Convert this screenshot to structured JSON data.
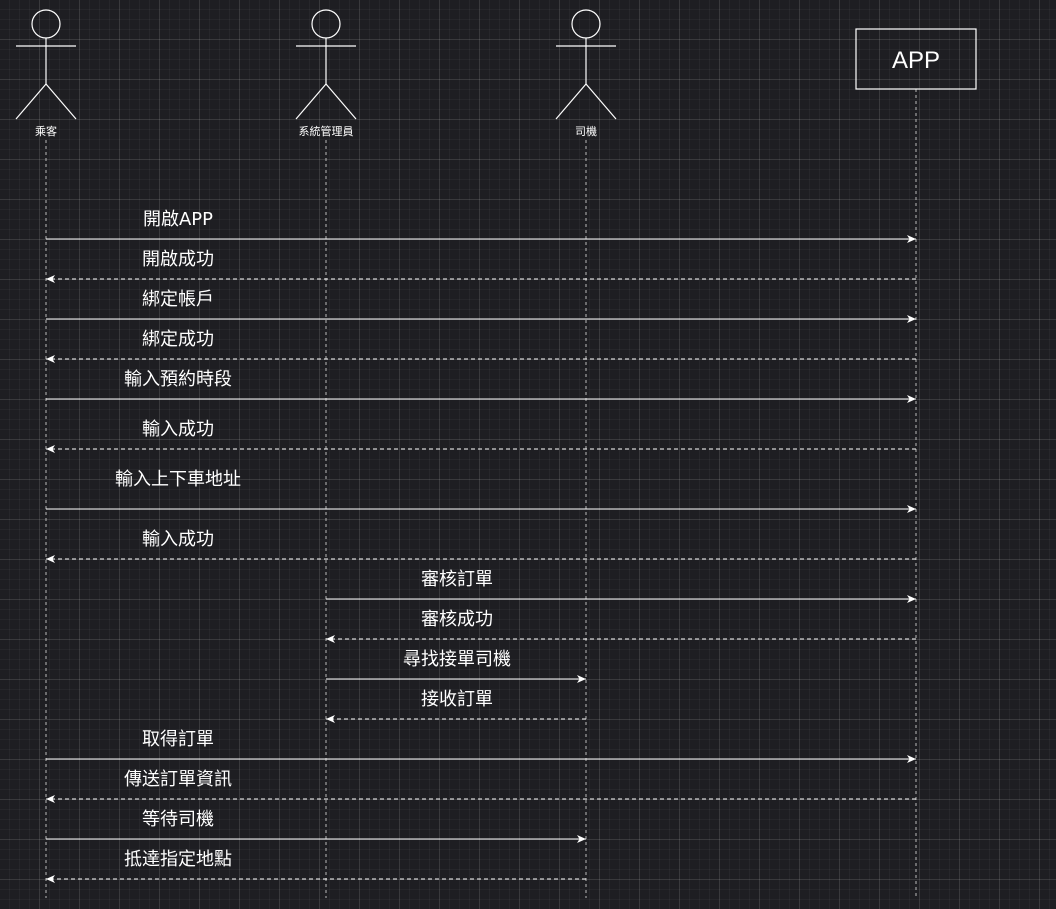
{
  "diagram": {
    "type": "sequence",
    "participants": [
      {
        "id": "passenger",
        "label": "乘客",
        "kind": "actor"
      },
      {
        "id": "admin",
        "label": "系統管理員",
        "kind": "actor"
      },
      {
        "id": "driver",
        "label": "司機",
        "kind": "actor"
      },
      {
        "id": "app",
        "label": "APP",
        "kind": "box"
      }
    ],
    "messages": [
      {
        "label": "開啟APP",
        "from": "passenger",
        "to": "app",
        "style": "solid"
      },
      {
        "label": "開啟成功",
        "from": "app",
        "to": "passenger",
        "style": "dashed"
      },
      {
        "label": "綁定帳戶",
        "from": "passenger",
        "to": "app",
        "style": "solid"
      },
      {
        "label": "綁定成功",
        "from": "app",
        "to": "passenger",
        "style": "dashed"
      },
      {
        "label": "輸入預約時段",
        "from": "passenger",
        "to": "app",
        "style": "solid"
      },
      {
        "label": "輸入成功",
        "from": "app",
        "to": "passenger",
        "style": "dashed"
      },
      {
        "label": "輸入上下車地址",
        "from": "passenger",
        "to": "app",
        "style": "solid"
      },
      {
        "label": "輸入成功",
        "from": "app",
        "to": "passenger",
        "style": "dashed"
      },
      {
        "label": "審核訂單",
        "from": "admin",
        "to": "app",
        "style": "solid"
      },
      {
        "label": "審核成功",
        "from": "app",
        "to": "admin",
        "style": "dashed"
      },
      {
        "label": "尋找接單司機",
        "from": "admin",
        "to": "driver",
        "style": "solid"
      },
      {
        "label": "接收訂單",
        "from": "driver",
        "to": "admin",
        "style": "dashed"
      },
      {
        "label": "取得訂單",
        "from": "passenger",
        "to": "app",
        "style": "solid"
      },
      {
        "label": "傳送訂單資訊",
        "from": "app",
        "to": "passenger",
        "style": "dashed"
      },
      {
        "label": "等待司機",
        "from": "passenger",
        "to": "driver",
        "style": "solid"
      },
      {
        "label": "抵達指定地點",
        "from": "driver",
        "to": "passenger",
        "style": "dashed"
      }
    ]
  },
  "colors": {
    "background": "#1e1e22",
    "stroke": "#ffffff",
    "lifeline": "#bbbbbb"
  }
}
